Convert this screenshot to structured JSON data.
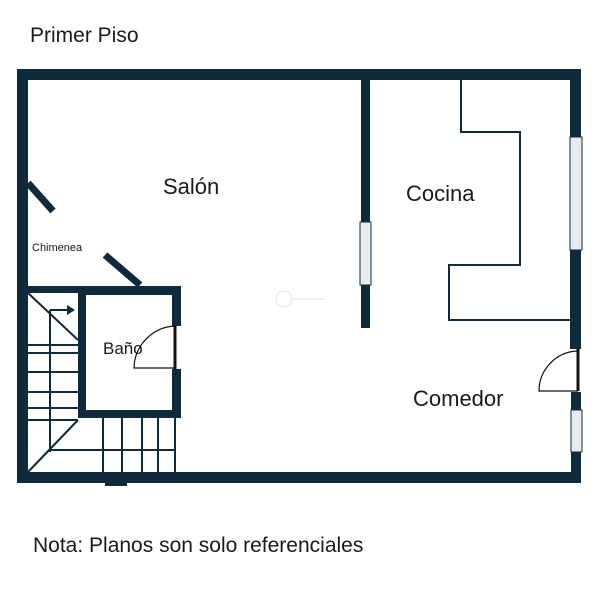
{
  "title": "Primer Piso",
  "rooms": {
    "salon": "Salón",
    "cocina": "Cocina",
    "comedor": "Comedor",
    "bano": "Baño",
    "chimenea": "Chimenea"
  },
  "note": "Nota: Planos son solo referenciales",
  "colors": {
    "wall": "#0f2a3a",
    "window": "#e9ecef"
  }
}
